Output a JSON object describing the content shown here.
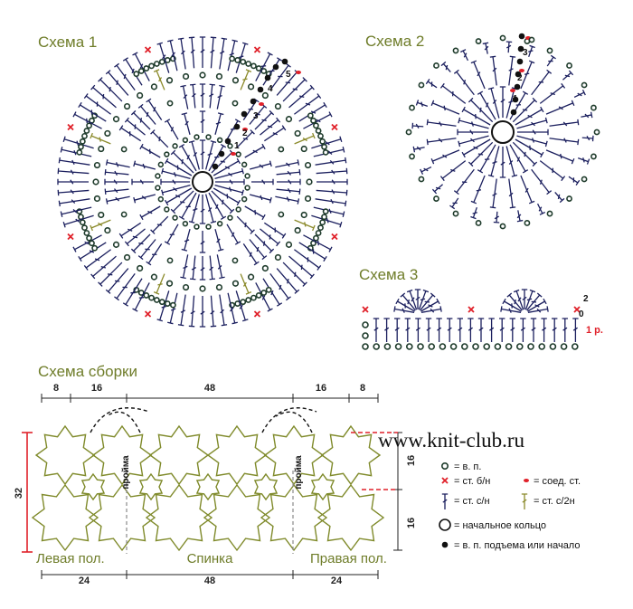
{
  "schemes": {
    "s1": {
      "title": "Схема 1",
      "row_labels": [
        "1",
        "2",
        "3",
        "4",
        "5"
      ]
    },
    "s2": {
      "title": "Схема 2",
      "row_labels": [
        "1",
        "2",
        "3"
      ]
    },
    "s3": {
      "title": "Схема 3",
      "row_label": "1 р.",
      "row_nums": [
        "2",
        "0"
      ]
    }
  },
  "assembly": {
    "title": "Схема сборки",
    "top_dims": [
      "8",
      "16",
      "48",
      "16",
      "8"
    ],
    "bottom_dims": [
      "24",
      "48",
      "24"
    ],
    "left_dim": "32",
    "right_dims": [
      "16",
      "16"
    ],
    "armhole_label": "пройма",
    "parts": {
      "left": "Левая пол.",
      "back": "Спинка",
      "right": "Правая пол."
    }
  },
  "site": "www.knit-club.ru",
  "legend": [
    {
      "icon": "chain-stitch-icon",
      "text": "= в. п."
    },
    {
      "icon": "single-crochet-icon",
      "text": "= ст. б/н"
    },
    {
      "icon": "slip-stitch-icon",
      "text": "= соед. ст."
    },
    {
      "icon": "double-crochet-icon",
      "text": "= ст. с/н"
    },
    {
      "icon": "half-double-crochet-icon",
      "text": "= ст. с/2н"
    },
    {
      "icon": "magic-ring-icon",
      "text": "= начальное кольцо"
    },
    {
      "icon": "turning-chain-icon",
      "text": "= в. п. подъема или начало"
    }
  ],
  "colors": {
    "green": "#6f7d2a",
    "navy": "#1b1f5e",
    "dark_green": "#1e3b2b",
    "red": "#e0212a",
    "olive_hex": "#8b8a2a"
  }
}
